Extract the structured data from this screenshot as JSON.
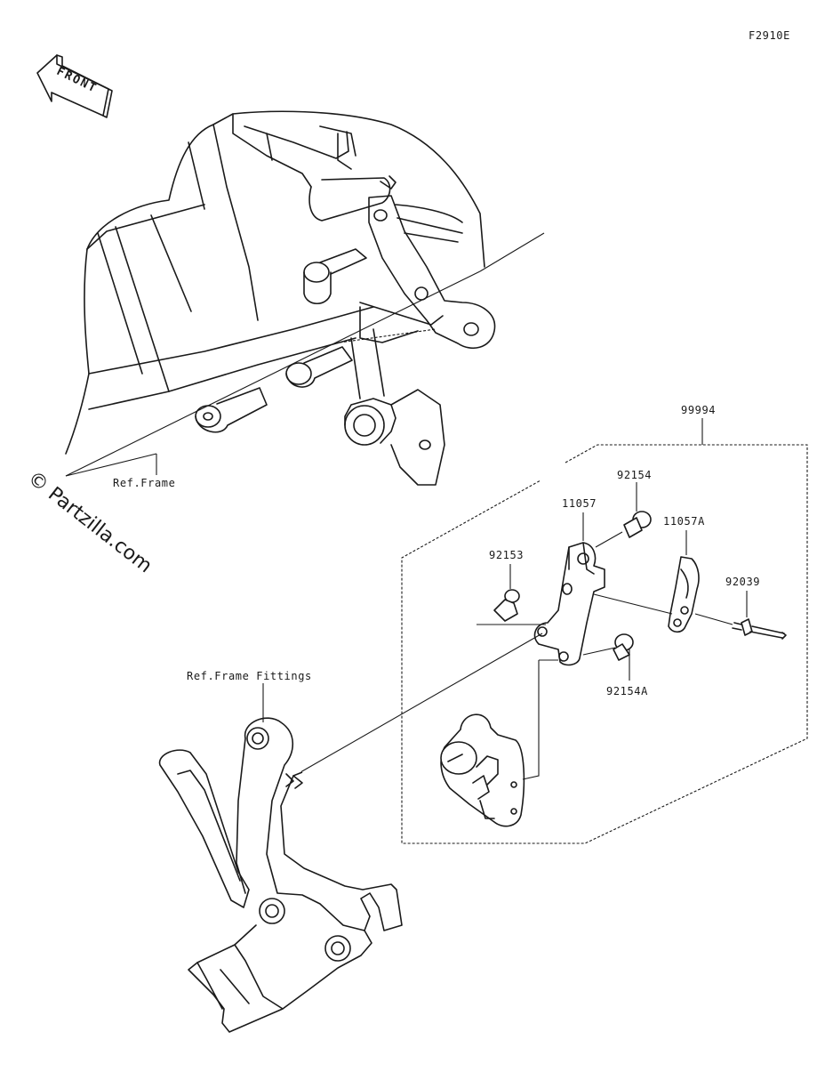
{
  "diagram_code": "F2910E",
  "front_label": "FRONT",
  "watermark": "© Partzilla.com",
  "labels": {
    "ref_frame": "Ref.Frame",
    "ref_frame_fittings": "Ref.Frame Fittings",
    "kit": "99994",
    "bracket": "11057",
    "bracket_a": "11057A",
    "collar_top": "92154",
    "collar_a": "92154A",
    "bolt": "92153",
    "pin": "92039"
  }
}
